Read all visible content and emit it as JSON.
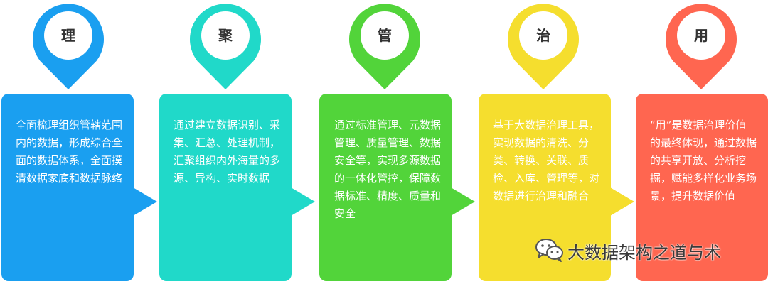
{
  "stages": [
    {
      "key": "li",
      "char": "理",
      "color": "#1a9ff0",
      "text": "全面梳理组织管辖范围内的数据，形成综合全面的数据体系，全面摸清数据家底和数据脉络"
    },
    {
      "key": "ju",
      "char": "聚",
      "color": "#20d9c9",
      "text": "通过建立数据识别、采集、汇总、处理机制，汇聚组织内外海量的多源、异构、实时数据"
    },
    {
      "key": "guan",
      "char": "管",
      "color": "#52d43a",
      "text": "通过标准管理、元数据管理、质量管理、数据安全等，实现多源数据的一体化管控，保障数据标准、精度、质量和安全"
    },
    {
      "key": "zhi",
      "char": "治",
      "color": "#f5de2e",
      "text": "基于大数据治理工具，实现数据的清洗、分类、转换、关联、质检、入库、管理等，对数据进行治理和融合"
    },
    {
      "key": "yong",
      "char": "用",
      "color": "#ff6650",
      "text": "“用”是数据治理价值的最终体现，通过数据的共享开放、分析挖掘，赋能多样化业务场景，提升数据价值"
    }
  ],
  "watermark": {
    "text": "大数据架构之道与术",
    "icon": "wechat-icon"
  }
}
